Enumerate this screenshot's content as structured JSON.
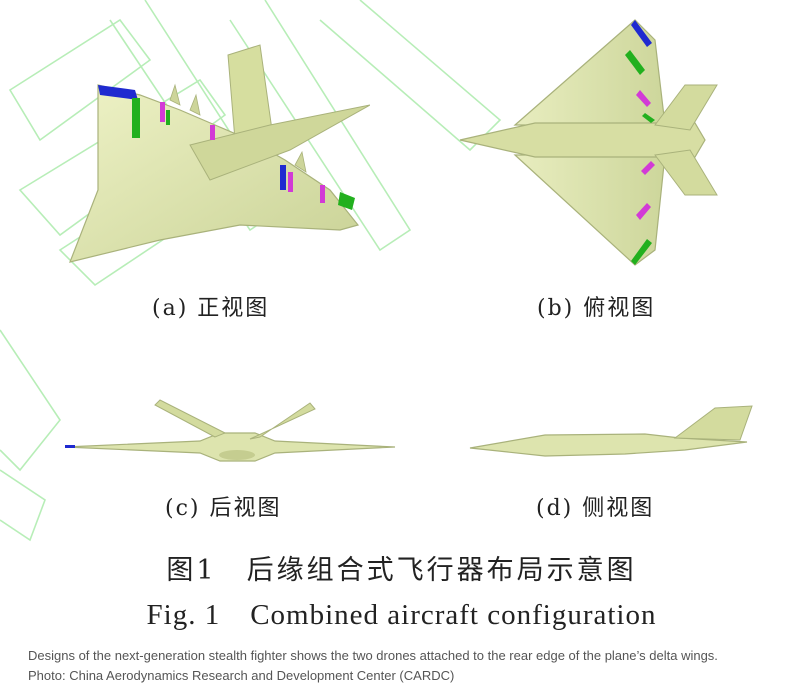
{
  "figure": {
    "subcaptions": {
      "a": "(a) 正视图",
      "b": "(b) 俯视图",
      "c": "(c) 后视图",
      "d": "(d) 侧视图"
    },
    "caption_zh": "图1　后缘组合式飞行器布局示意图",
    "caption_en": "Fig. 1　Combined aircraft configuration"
  },
  "credit": {
    "line1": "Designs of the next-generation stealth fighter shows the two drones attached to the rear edge of the plane’s delta wings.",
    "line2": "Photo: China Aerodynamics Research and Development Center (CARDC)"
  },
  "colors": {
    "body": "#dfe6b2",
    "body_shade": "#b9c48a",
    "outline": "#9aa26e",
    "drone_blue": "#1f2ad0",
    "drone_green": "#22b01e",
    "drone_magenta": "#d23ad6",
    "watermark": "#33dd33"
  }
}
